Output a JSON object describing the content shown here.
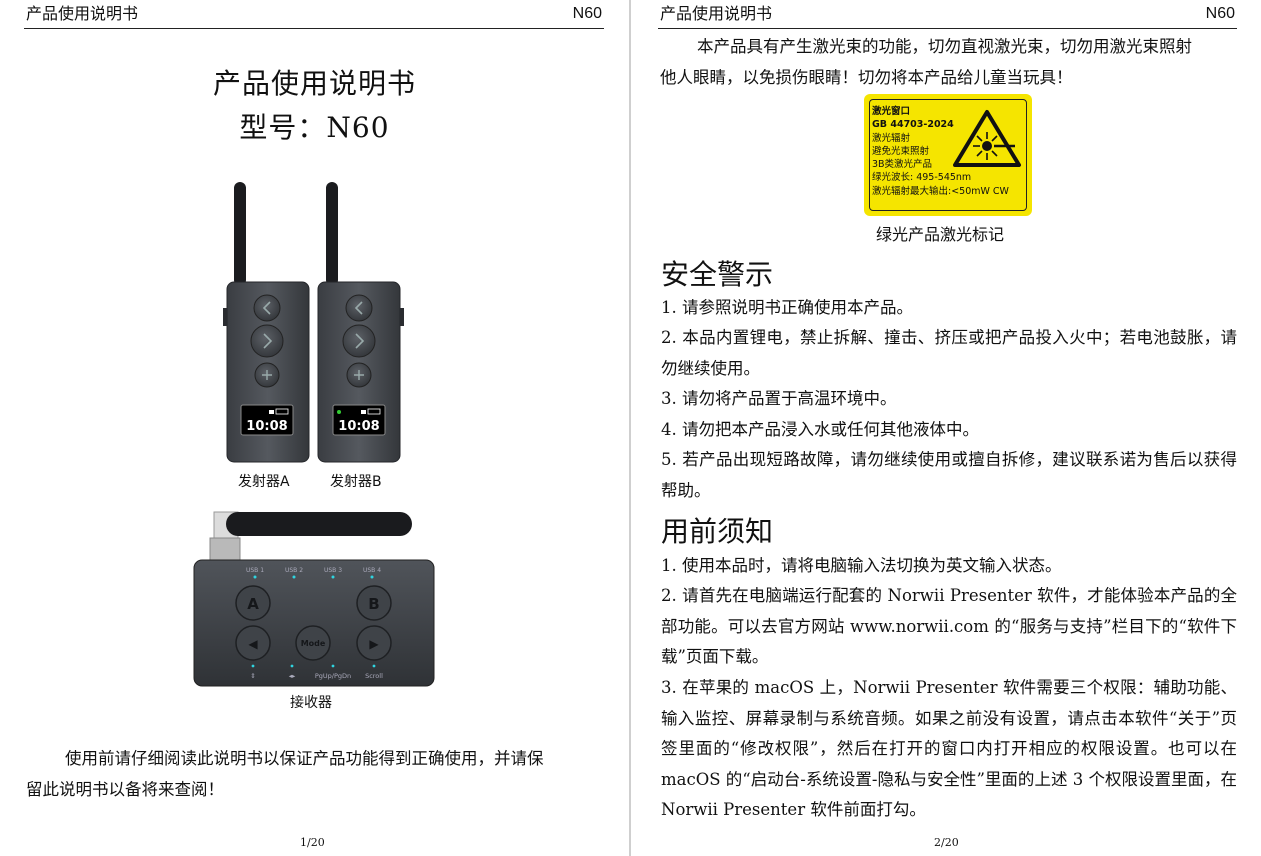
{
  "page1": {
    "header_left": "产品使用说明书",
    "header_right": "N60",
    "title": "产品使用说明书",
    "model": "型号：N60",
    "transmitter_a_label": "发射器A",
    "transmitter_b_label": "发射器B",
    "transmitter_time": "10:08",
    "receiver_label": "接收器",
    "receiver_ports": [
      "USB 1",
      "USB 2",
      "USB 3",
      "USB 4"
    ],
    "receiver_buttons": {
      "a": "A",
      "b": "B",
      "mode": "Mode",
      "left": "◀",
      "right": "▶"
    },
    "receiver_bottom_labels": [
      "⇕",
      "◂▸",
      "PgUp/PgDn",
      "Scroll"
    ],
    "intro_line1": "使用前请仔细阅读此说明书以保证产品功能得到正确使用，并请保",
    "intro_line2": "留此说明书以备将来查阅！",
    "page_number": "1/20"
  },
  "page2": {
    "header_left": "产品使用说明书",
    "header_right": "N60",
    "laser_line1": "本产品具有产生激光束的功能，切勿直视激光束，切勿用激光束照射",
    "laser_line2": "他人眼睛，以免损伤眼睛！切勿将本产品给儿童当玩具！",
    "laser_label": {
      "lines": [
        "激光窗口",
        "GB 44703-2024",
        "激光辐射",
        "避免光束照射",
        "3B类激光产品",
        "绿光波长: 495-545nm",
        "激光辐射最大输出:<50mW CW"
      ]
    },
    "laser_caption": "绿光产品激光标记",
    "safety_heading": "安全警示",
    "safety_items": [
      "1. 请参照说明书正确使用本产品。",
      "2. 本品内置锂电，禁止拆解、撞击、挤压或把产品投入火中；若电池鼓胀，请勿继续使用。",
      "3. 请勿将产品置于高温环境中。",
      "4. 请勿把本产品浸入水或任何其他液体中。",
      "5. 若产品出现短路故障，请勿继续使用或擅自拆修，建议联系诺为售后以获得帮助。"
    ],
    "before_use_heading": "用前须知",
    "before_use_items": [
      "1. 使用本品时，请将电脑输入法切换为英文输入状态。",
      "2. 请首先在电脑端运行配套的 Norwii Presenter 软件，才能体验本产品的全部功能。可以去官方网站 www.norwii.com 的“服务与支持”栏目下的“软件下载”页面下载。",
      "3. 在苹果的 macOS 上，Norwii Presenter 软件需要三个权限：辅助功能、输入监控、屏幕录制与系统音频。如果之前没有设置，请点击本软件“关于”页签里面的“修改权限”，然后在打开的窗口内打开相应的权限设置。也可以在 macOS 的“启动台-系统设置-隐私与安全性”里面的上述 3 个权限设置里面，在 Norwii Presenter 软件前面打勾。"
    ],
    "page_number": "2/20"
  }
}
